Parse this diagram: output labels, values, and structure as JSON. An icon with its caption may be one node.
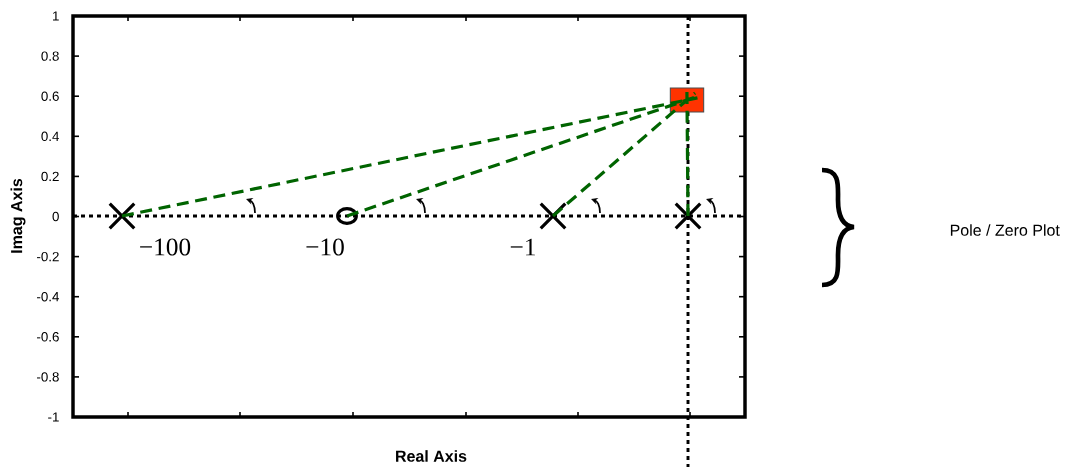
{
  "diagram": {
    "nodes": [
      {
        "text": [],
        "shape": "cross",
        "beside": [
          "−100"
        ]
      },
      {
        "text": [],
        "shape": "circle",
        "beside": [
          "−10"
        ]
      },
      {
        "text": [],
        "shape": "cross",
        "beside": [
          "−1"
        ]
      },
      {
        "text": [],
        "shape": "cross"
      },
      {
        "text": [],
        "shape": "box"
      }
    ],
    "edges": [
      {
        "from": 0,
        "to": 4,
        "arrow": "none",
        "style": "dashed",
        "color": "#006400"
      },
      {
        "from": 1,
        "to": 4,
        "arrow": "none",
        "style": "dashed",
        "color": "#006400"
      },
      {
        "from": 2,
        "to": 4,
        "arrow": "none",
        "style": "dashed",
        "color": "#006400"
      },
      {
        "from": 3,
        "to": 4,
        "arrow": "none",
        "style": "dashed",
        "color": "#006400"
      }
    ],
    "labels": [
      "1",
      "0.8",
      "0.6",
      "0.4",
      "0.2",
      "0",
      "-0.2",
      "-0.4",
      "-0.6",
      "-0.8",
      "-1",
      "Imag Axis",
      "Real Axis",
      "Pole / Zero Plot"
    ]
  }
}
